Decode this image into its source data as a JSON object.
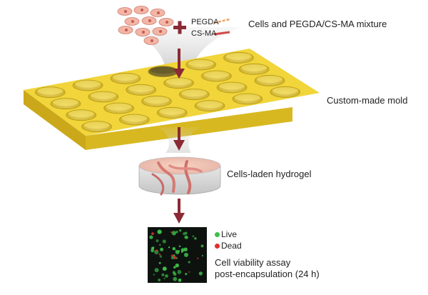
{
  "labels": {
    "mixture": "Cells and PEGDA/CS-MA mixture",
    "pegda": "PEGDA",
    "csma": "CS-MA",
    "mold": "Custom-made mold",
    "hydrogel": "Cells-laden hydrogel",
    "assay_line1": "Cell viability assay",
    "assay_line2": "post-encapsulation (24 h)"
  },
  "legend": {
    "live": "Live",
    "dead": "Dead"
  },
  "colors": {
    "mold_top": "#f1d53a",
    "mold_side": "#d8b820",
    "arrow": "#8b2a35",
    "pegda_dash": "#f0a060",
    "csma_bar": "#d24a4a",
    "live_dot": "#3fbf4a",
    "dead_dot": "#e03030",
    "cell_fill": "#f3b6a6"
  },
  "icons": {
    "plus": "plus-icon",
    "arrow": "down-arrow-icon"
  }
}
